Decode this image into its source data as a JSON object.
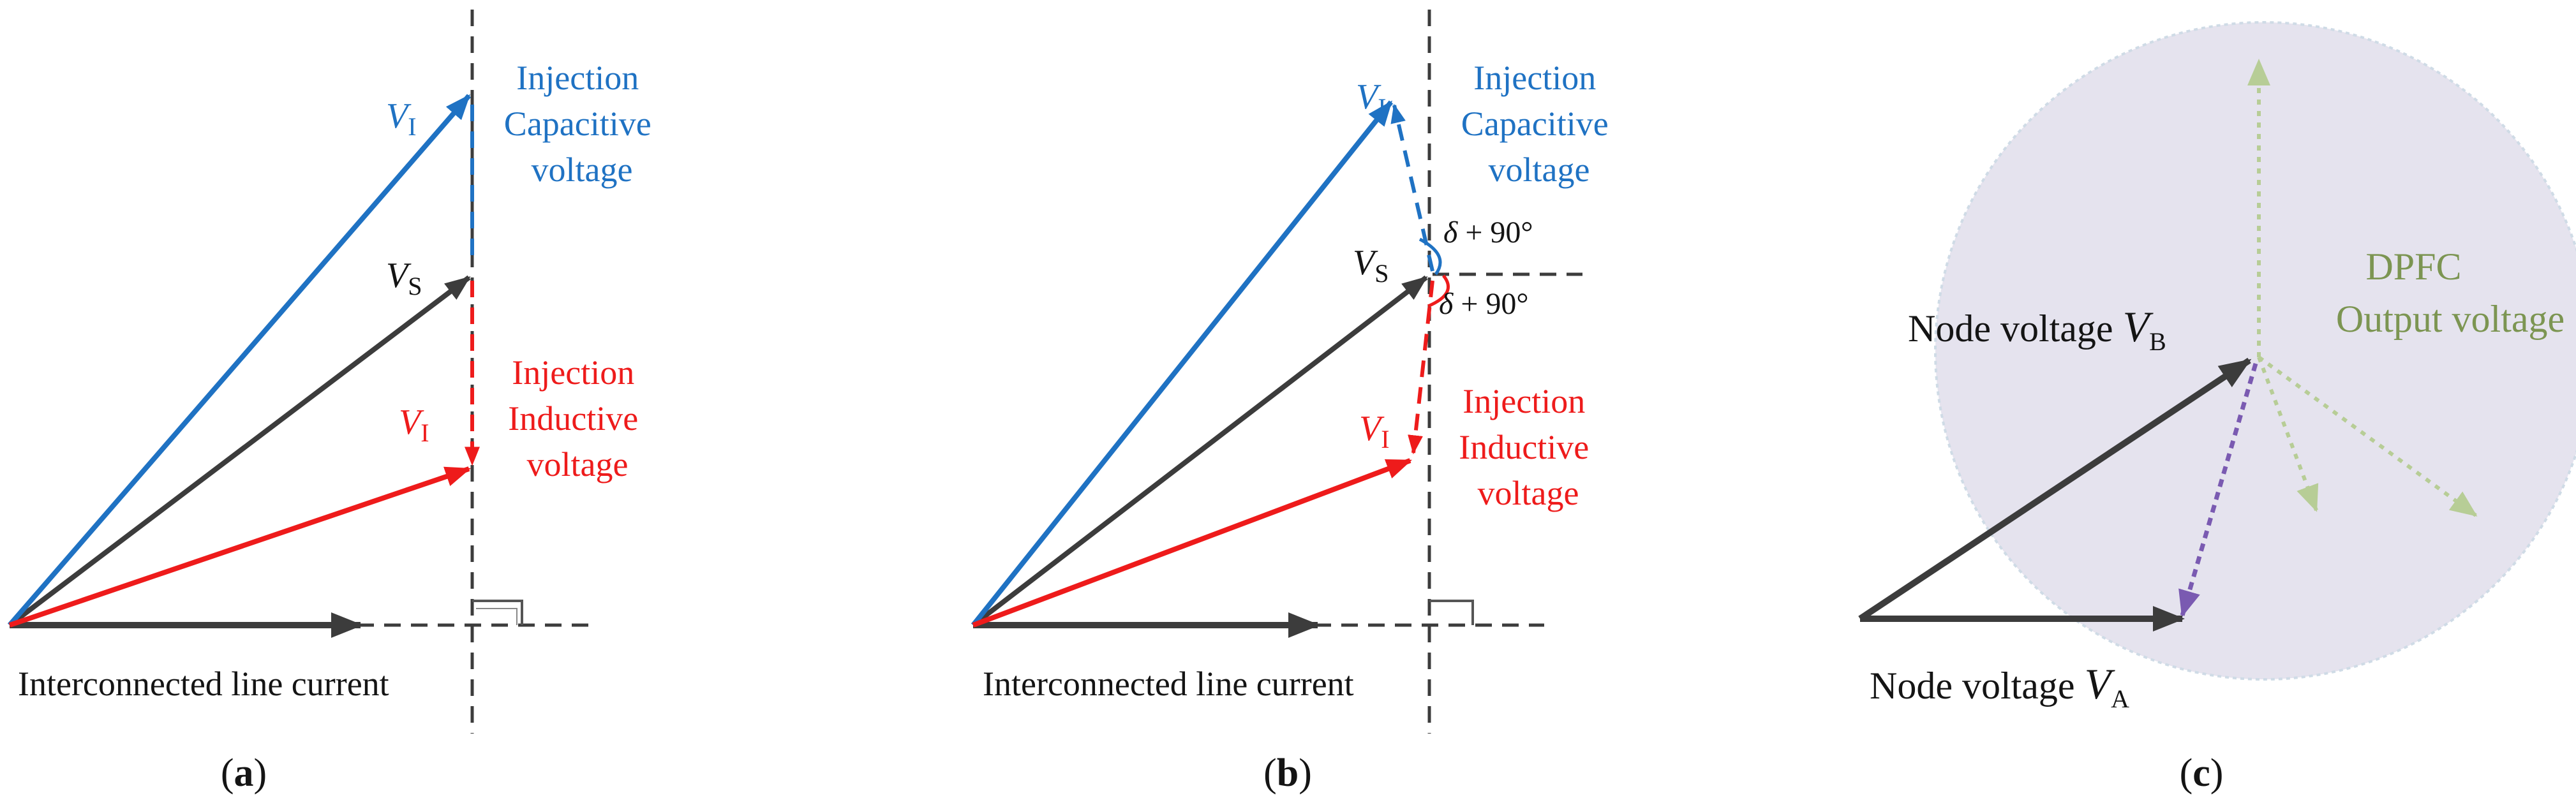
{
  "colors": {
    "vs": "#3c3c3c",
    "capacitive": "#1f72c3",
    "inductive": "#ee1b1b",
    "dpfc": "#b7cd96",
    "dpfc_text": "#7c9552",
    "diff": "#7a5ab1",
    "circle_fill": "#e5e3ee"
  },
  "panel_a": {
    "caption": {
      "open": "(",
      "letter": "a",
      "close": ")"
    },
    "current_label": "Interconnected line current",
    "vs_symbol": "V",
    "vs_sub": "S",
    "vi_cap_symbol": "V",
    "vi_cap_sub": "I",
    "vi_ind_symbol": "V",
    "vi_ind_sub": "I",
    "cap_label": [
      "Injection",
      "Capacitive",
      "voltage"
    ],
    "ind_label": [
      "Injection",
      "Inductive",
      "voltage"
    ]
  },
  "panel_b": {
    "caption": {
      "open": "(",
      "letter": "b",
      "close": ")"
    },
    "current_label": "Interconnected line current",
    "vs_symbol": "V",
    "vs_sub": "S",
    "vi_cap_symbol": "V",
    "vi_cap_sub": "I",
    "vi_ind_symbol": "V",
    "vi_ind_sub": "I",
    "cap_label": [
      "Injection",
      "Capacitive",
      "voltage"
    ],
    "ind_label": [
      "Injection",
      "Inductive",
      "voltage"
    ],
    "angle_top": {
      "delta": "δ",
      "rest": " + 90°"
    },
    "angle_bottom": {
      "delta": "δ",
      "rest": " + 90°"
    }
  },
  "panel_c": {
    "caption": {
      "open": "(",
      "letter": "c",
      "close": ")"
    },
    "node_b": {
      "prefix": "Node voltage ",
      "symbol": "V",
      "sub": "B"
    },
    "node_a": {
      "prefix": "Node voltage ",
      "symbol": "V",
      "sub": "A"
    },
    "dpfc_label": [
      "DPFC",
      "Output voltage"
    ]
  }
}
